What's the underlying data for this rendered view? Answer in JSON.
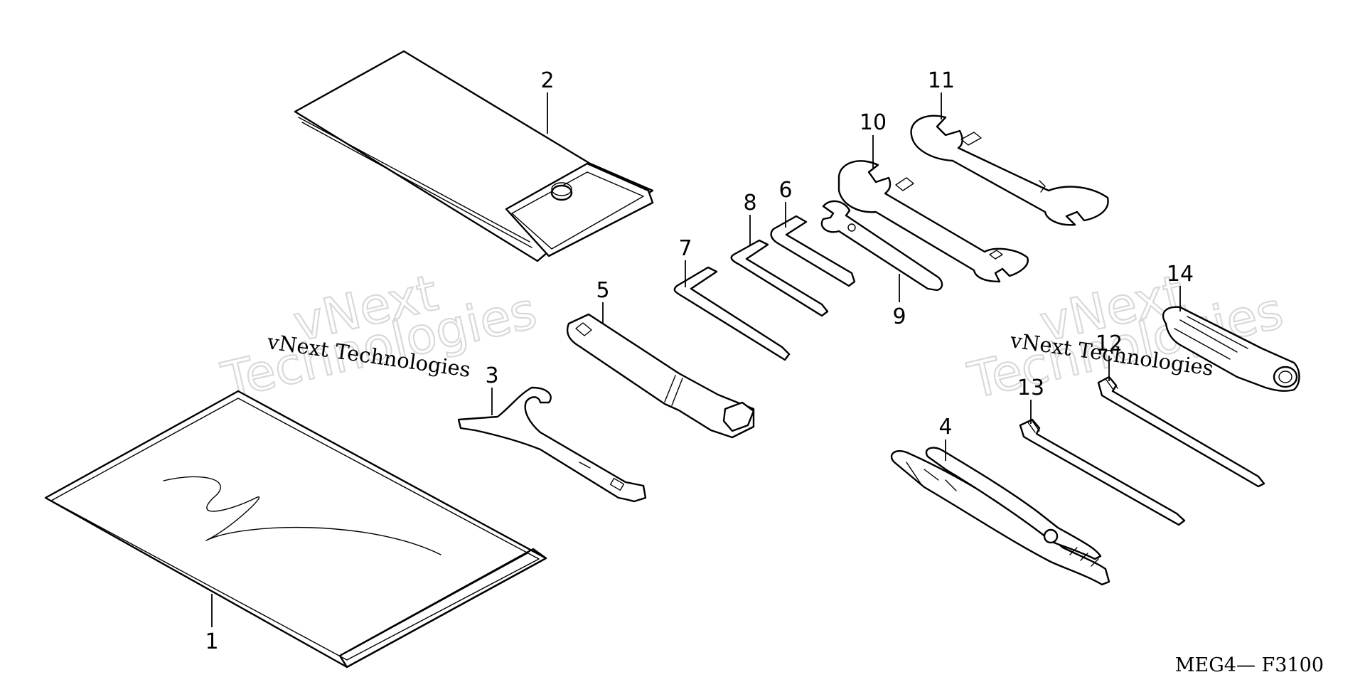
{
  "callouts": [
    {
      "id": "1",
      "label": "1"
    },
    {
      "id": "2",
      "label": "2"
    },
    {
      "id": "3",
      "label": "3"
    },
    {
      "id": "4",
      "label": "4"
    },
    {
      "id": "5",
      "label": "5"
    },
    {
      "id": "6",
      "label": "6"
    },
    {
      "id": "7",
      "label": "7"
    },
    {
      "id": "8",
      "label": "8"
    },
    {
      "id": "9",
      "label": "9"
    },
    {
      "id": "10",
      "label": "10"
    },
    {
      "id": "11",
      "label": "11"
    },
    {
      "id": "12",
      "label": "12"
    },
    {
      "id": "13",
      "label": "13"
    },
    {
      "id": "14",
      "label": "14"
    }
  ],
  "watermark": {
    "line": "vNext Technologies",
    "word1": "vNext",
    "word2": "Technologies"
  },
  "diagram_code": "MEG4— F3100"
}
